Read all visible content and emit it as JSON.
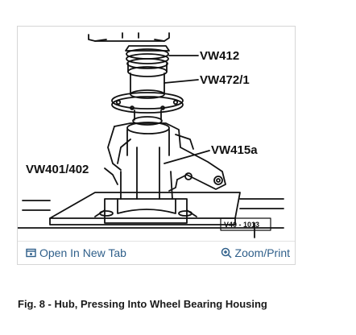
{
  "figure": {
    "labels": {
      "vw412": "VW412",
      "vw472": "VW472/1",
      "vw415a": "VW415a",
      "vw401": "VW401/402",
      "plate": "V40 - 1013"
    }
  },
  "actions": {
    "open_tab_label": "Open In New Tab",
    "zoom_label": "Zoom/Print"
  },
  "caption": "Fig. 8 - Hub, Pressing Into Wheel Bearing Housing",
  "icons": {
    "open_tab": "open-in-new-tab-icon",
    "zoom": "magnifier-plus-icon"
  },
  "colors": {
    "link": "#2f5f8a",
    "border": "#d6d6d6"
  }
}
